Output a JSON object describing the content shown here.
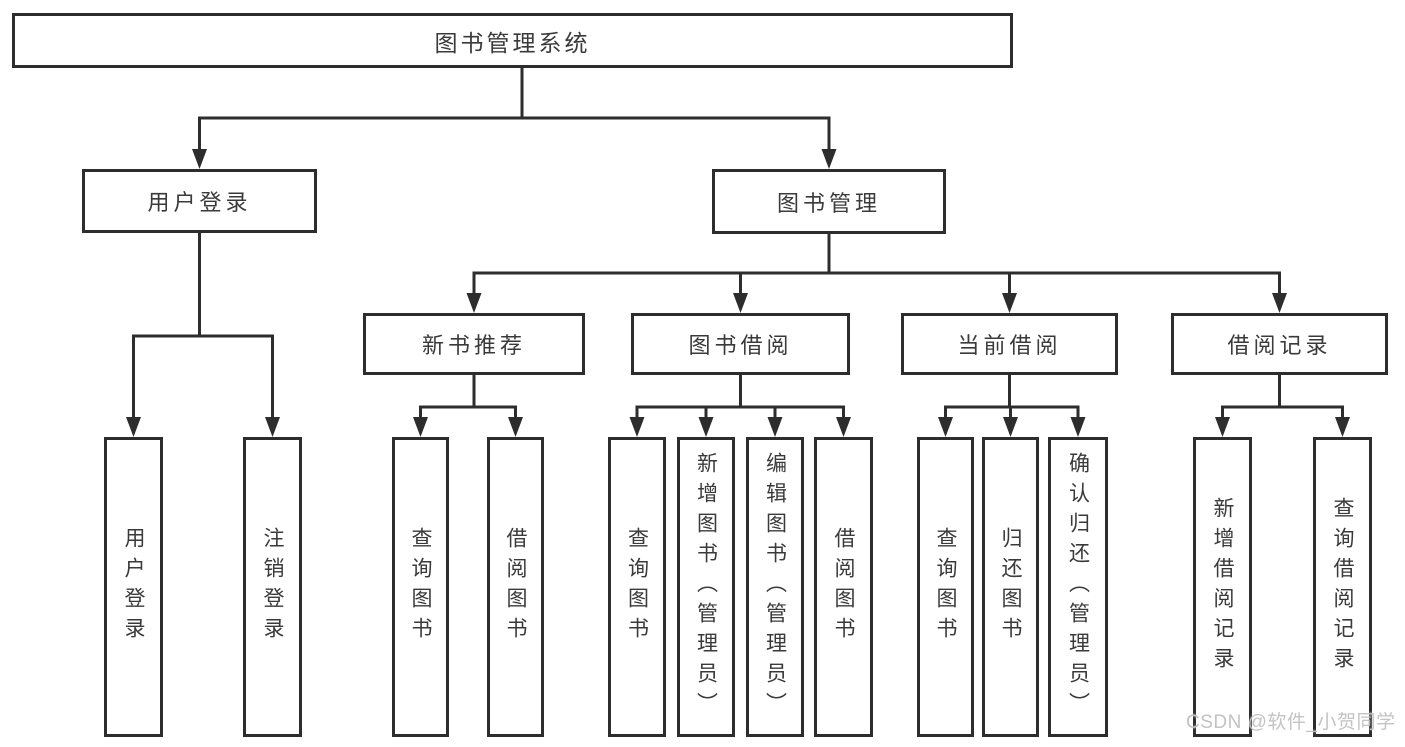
{
  "diagram": {
    "root": {
      "label": "图书管理系统"
    },
    "level2": [
      {
        "label": "用户登录"
      },
      {
        "label": "图书管理"
      }
    ],
    "level3": [
      {
        "label": "新书推荐"
      },
      {
        "label": "图书借阅"
      },
      {
        "label": "当前借阅"
      },
      {
        "label": "借阅记录"
      }
    ],
    "leaves": {
      "user_login": [
        "用户登录",
        "注销登录"
      ],
      "new_books": [
        "查询图书",
        "借阅图书"
      ],
      "book_borrow": [
        "查询图书",
        "新增图书（管理员）",
        "编辑图书（管理员）",
        "借阅图书"
      ],
      "current_borrow": [
        "查询图书",
        "归还图书",
        "确认归还（管理员）"
      ],
      "borrow_records": [
        "新增借阅记录",
        "查询借阅记录"
      ]
    }
  },
  "watermark": {
    "text": "CSDN @软件_小贺同学"
  },
  "colors": {
    "line": "#2d2d2d",
    "text": "#3a3a3a",
    "background": "#ffffff",
    "watermark": "#c0c0c0"
  }
}
